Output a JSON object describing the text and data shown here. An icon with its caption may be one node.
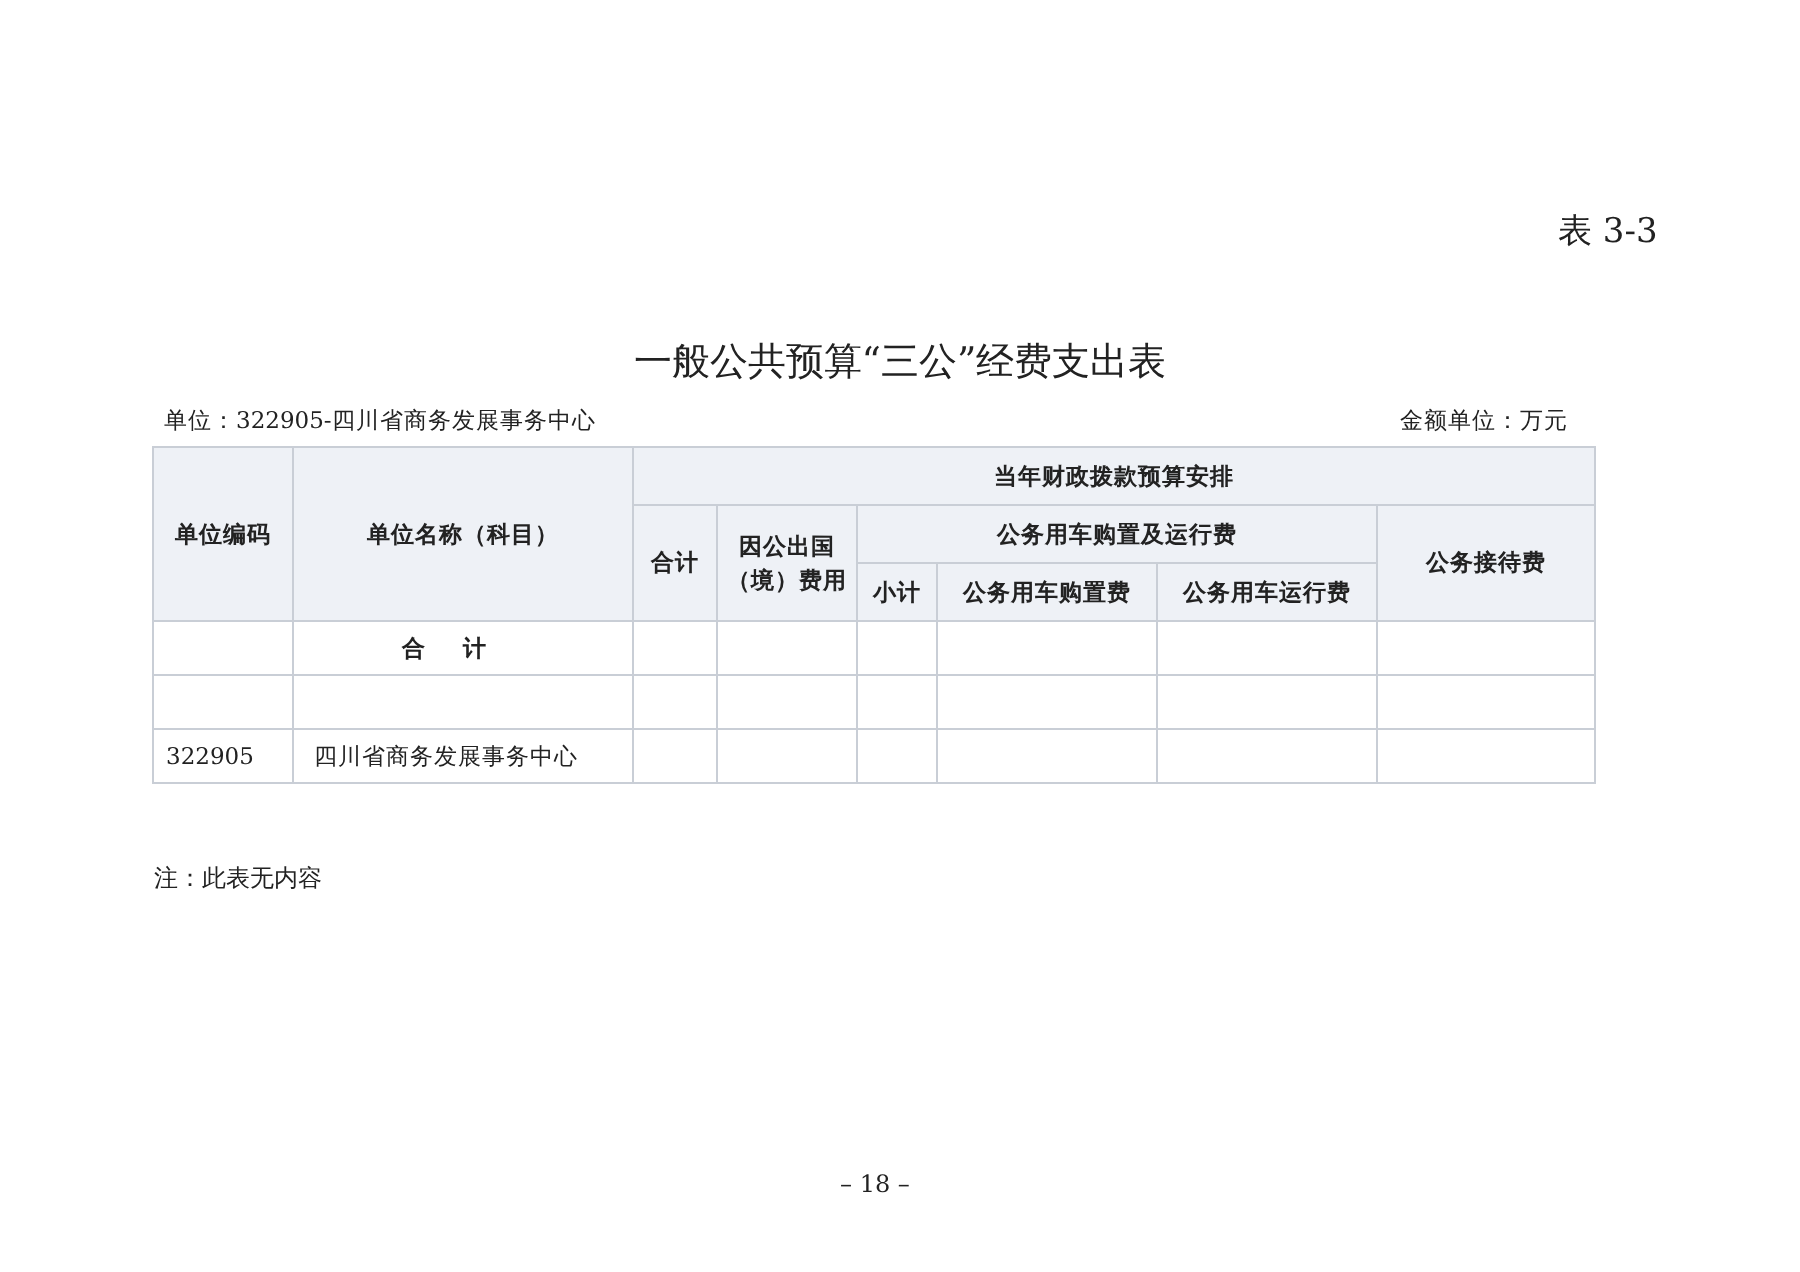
{
  "diagram": {
    "title": "一般公共预算“三公”经费支出表",
    "labels": [
      "表 3-3",
      "单位：322905-四川省商务发展事务中心",
      "金额单位：万元",
      "单位编码",
      "单位名称（科目）",
      "当年财政拨款预算安排",
      "合计",
      "因公出国（境）费用",
      "公务用车购置及运行费",
      "公务接待费",
      "小计",
      "公务用车购置费",
      "公务用车运行费",
      "合计",
      "322905",
      "四川省商务发展事务中心",
      "注：此表无内容",
      "– 18 –"
    ]
  }
}
